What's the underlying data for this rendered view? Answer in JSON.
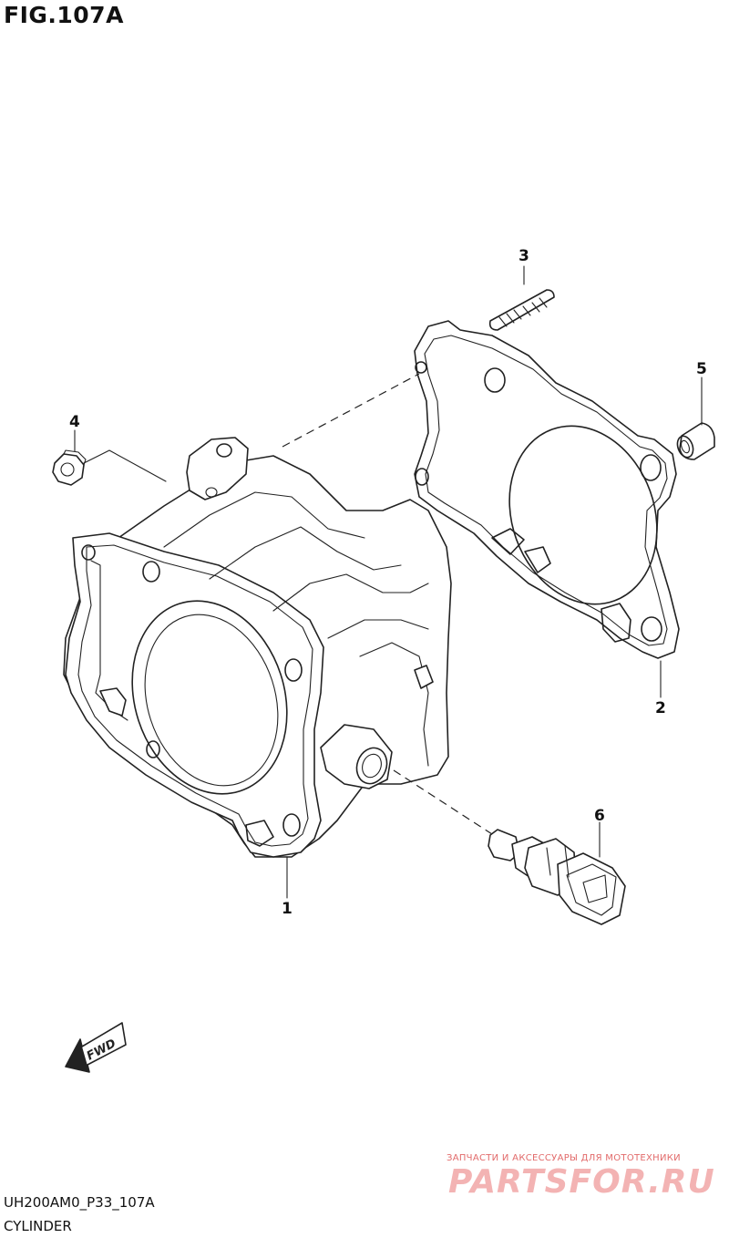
{
  "figure": {
    "title": "FIG.107A",
    "code": "UH200AM0_P33_107A",
    "name": "CYLINDER"
  },
  "callouts": [
    "1",
    "2",
    "3",
    "4",
    "5",
    "6"
  ],
  "fwd_badge": "FWD",
  "watermark": {
    "line1": "ЗАПЧАСТИ И АКСЕССУАРЫ ДЛЯ МОТОТЕХНИКИ",
    "logo": "PARTSFOR.RU"
  }
}
